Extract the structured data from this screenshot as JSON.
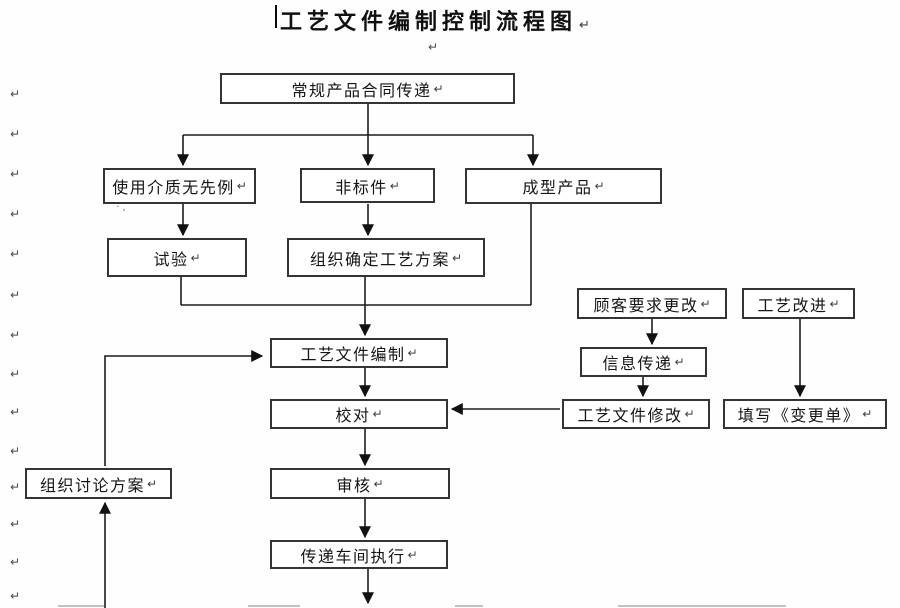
{
  "document": {
    "title": "工艺文件编制控制流程图"
  },
  "marks": {
    "pilcrow": "↵",
    "stray": "·,"
  },
  "nodes": [
    {
      "id": "regular-product-contract-transfer",
      "label": "常规产品合同传递"
    },
    {
      "id": "medium-no-precedent",
      "label": "使用介质无先例"
    },
    {
      "id": "non-standard-part",
      "label": "非标件"
    },
    {
      "id": "formed-product",
      "label": "成型产品"
    },
    {
      "id": "trial",
      "label": "试验"
    },
    {
      "id": "organize-confirm-process-plan",
      "label": "组织确定工艺方案"
    },
    {
      "id": "customer-change-request",
      "label": "顾客要求更改"
    },
    {
      "id": "process-improvement",
      "label": "工艺改进"
    },
    {
      "id": "process-document-compilation",
      "label": "工艺文件编制"
    },
    {
      "id": "information-transfer",
      "label": "信息传递"
    },
    {
      "id": "process-document-modification",
      "label": "工艺文件修改"
    },
    {
      "id": "fill-change-order",
      "label": "填写《变更单》"
    },
    {
      "id": "proofreading",
      "label": "校对"
    },
    {
      "id": "organize-discuss-plan",
      "label": "组织讨论方案"
    },
    {
      "id": "review",
      "label": "审核"
    },
    {
      "id": "transfer-workshop-execution",
      "label": "传递车间执行"
    }
  ],
  "colors": {
    "line": "#1c1c1c",
    "border": "#343434",
    "background": "#fefefe",
    "text": "#151515"
  }
}
